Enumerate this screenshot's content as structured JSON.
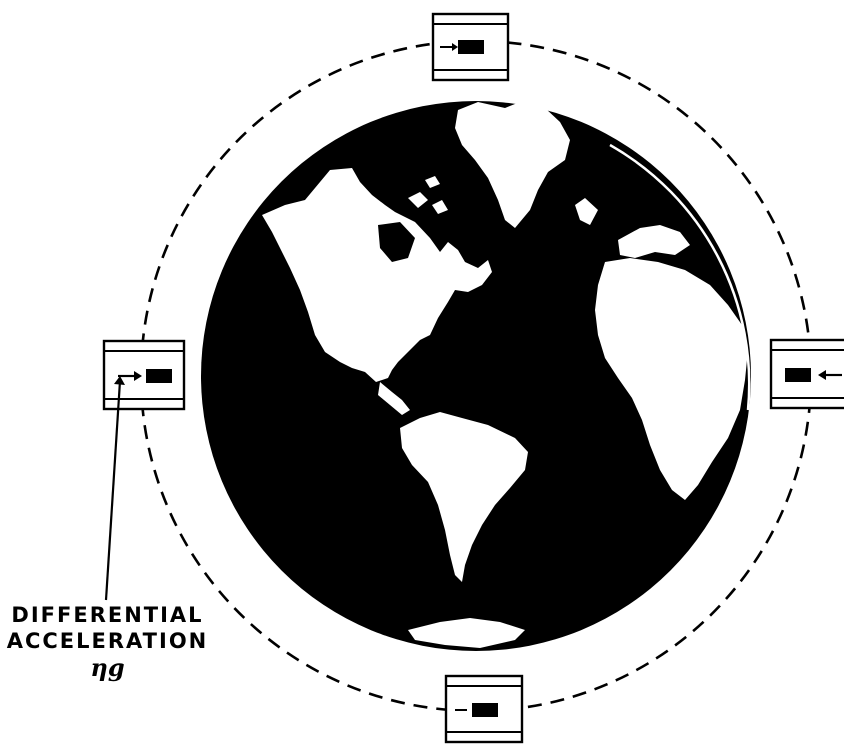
{
  "annotation": {
    "line1": "DIFFERENTIAL",
    "line2": "ACCELERATION",
    "symbol": "ηg"
  },
  "colors": {
    "ink": "#000000",
    "paper": "#ffffff"
  },
  "icons": [
    "earth-globe",
    "satellite-box",
    "orbit-dashed-circle",
    "force-arrow"
  ]
}
